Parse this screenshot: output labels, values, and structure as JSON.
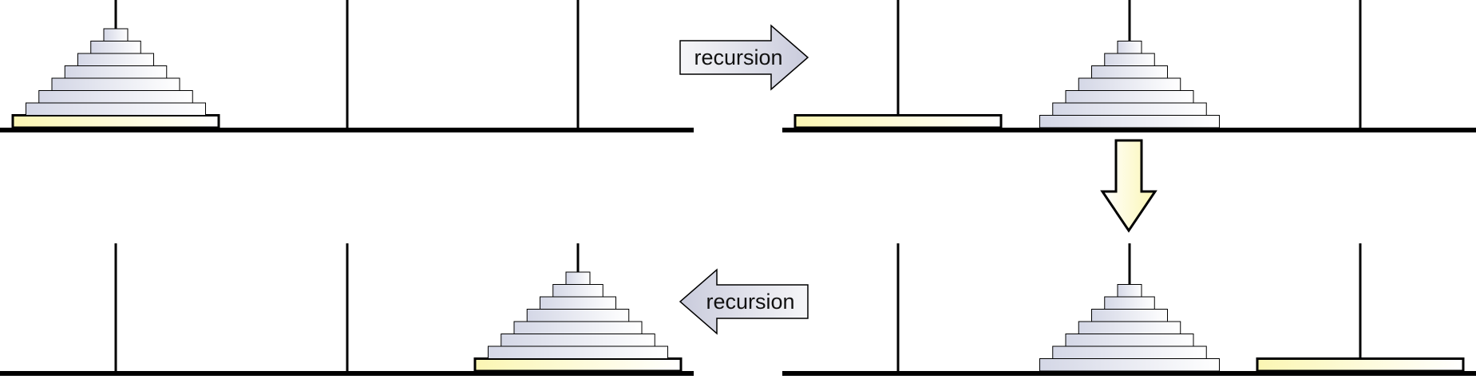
{
  "arrow_labels": {
    "top": "recursion",
    "bottom": "recursion"
  },
  "colors": {
    "outline": "#000000",
    "disk_light": "#ffffff",
    "disk_dark": "#d4d7e6",
    "base_disk_light": "#ffffff",
    "base_disk_yellow": "#fbf6b3",
    "arrow_label_light": "#f6f6f8",
    "arrow_label_dark": "#c9cbdc"
  },
  "panels": [
    {
      "name": "panel-initial",
      "small_stack_peg": 1,
      "large_disk_peg": 1
    },
    {
      "name": "panel-after-first-recursion",
      "small_stack_peg": 2,
      "large_disk_peg": 1
    },
    {
      "name": "panel-after-move",
      "small_stack_peg": 2,
      "large_disk_peg": 3
    },
    {
      "name": "panel-final",
      "small_stack_peg": 3,
      "large_disk_peg": 3
    }
  ],
  "small_disk_count": 7
}
